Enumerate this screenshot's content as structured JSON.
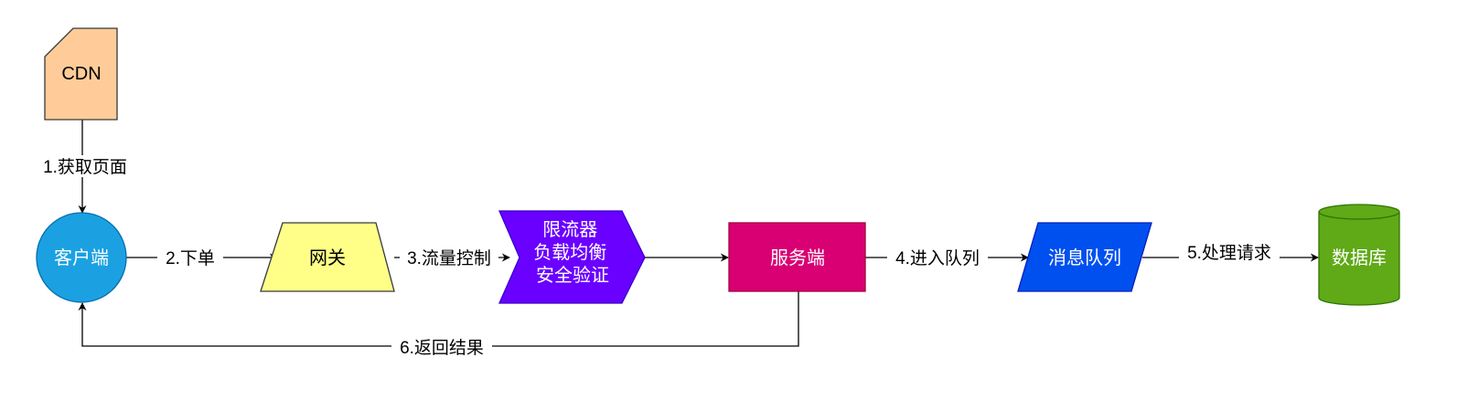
{
  "nodes": {
    "cdn": {
      "label": "CDN",
      "fill": "#ffcc99",
      "stroke": "#36393d",
      "text": "#000000"
    },
    "client": {
      "label": "客户端",
      "fill": "#1ba1e2",
      "stroke": "#006eaf",
      "text": "#ffffff"
    },
    "gateway": {
      "label": "网关",
      "fill": "#ffff88",
      "stroke": "#36393d",
      "text": "#000000"
    },
    "limiter": {
      "lines": [
        "限流器",
        "负载均衡",
        "安全验证"
      ],
      "fill": "#6a00ff",
      "stroke": "#3700cc",
      "text": "#ffffff"
    },
    "server": {
      "label": "服务端",
      "fill": "#d80073",
      "stroke": "#a50040",
      "text": "#ffffff"
    },
    "mq": {
      "label": "消息队列",
      "fill": "#0050ef",
      "stroke": "#001dbc",
      "text": "#ffffff"
    },
    "db": {
      "label": "数据库",
      "fill": "#60a917",
      "stroke": "#2d7600",
      "text": "#ffffff"
    }
  },
  "edges": {
    "e1": "1.获取页面",
    "e2": "2.下单",
    "e3": "3.流量控制",
    "e4": "4.进入队列",
    "e5": "5.处理请求",
    "e6": "6.返回结果"
  },
  "colors": {
    "edge": "#000000",
    "background": "#ffffff"
  }
}
